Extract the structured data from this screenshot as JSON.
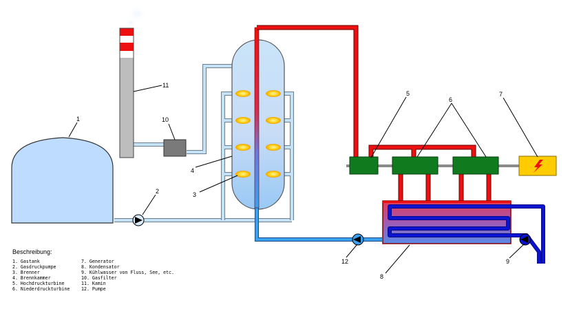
{
  "diagram": {
    "callouts": [
      "1",
      "2",
      "3",
      "4",
      "5",
      "6",
      "7",
      "8",
      "9",
      "10",
      "11",
      "12"
    ],
    "legend": {
      "title": "Beschreibung:",
      "col1": [
        "1. Gastank",
        "2. Gasdruckpumpe",
        "3. Brenner",
        "4. Brennkammer",
        "5. Hochdruckturbine",
        "6. Niederdruckturbine"
      ],
      "col2": [
        "7. Generator",
        "8. Kondensator",
        "9. Kühlwasser von Fluss, See, etc.",
        "10. Gasfilter",
        "11. Kamin",
        "12. Pumpe"
      ]
    },
    "colors": {
      "hot_steam": "#e8000a",
      "cold_water": "#3aa0f0",
      "gas_line": "#c6e2f7",
      "tank_fill": "#bedcff",
      "turbine": "#0f7a1e",
      "generator": "#ffcc00",
      "cooling_water": "#0a14d2"
    },
    "icons": [
      "gas-tank-icon",
      "pump-icon",
      "burner-flame-icon",
      "lightning-icon",
      "chimney-icon"
    ]
  }
}
